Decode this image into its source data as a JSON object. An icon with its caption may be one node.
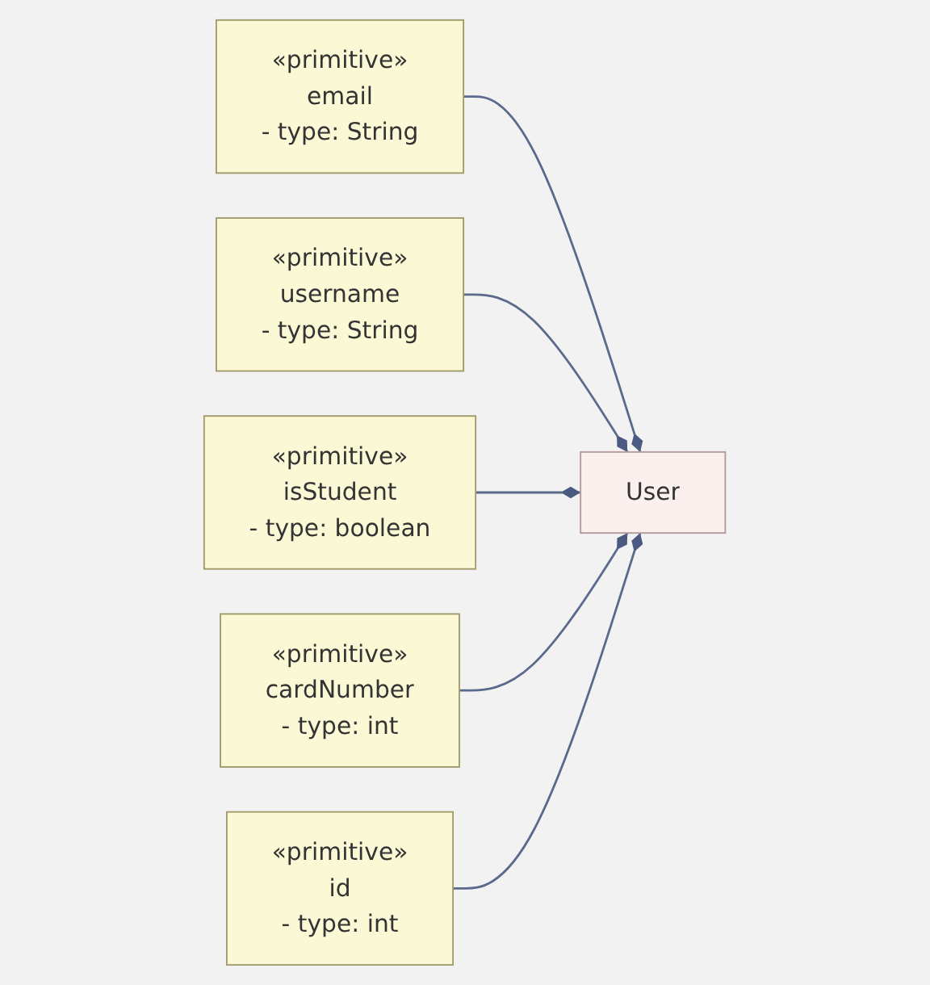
{
  "diagram": {
    "nodes": [
      {
        "text": [
          "«primitive»",
          "email",
          "- type: String"
        ]
      },
      {
        "text": [
          "«primitive»",
          "username",
          "- type: String"
        ]
      },
      {
        "text": [
          "«primitive»",
          "isStudent",
          "- type: boolean"
        ]
      },
      {
        "text": [
          "User"
        ]
      },
      {
        "text": [
          "«primitive»",
          "cardNumber",
          "- type: int"
        ]
      },
      {
        "text": [
          "«primitive»",
          "id",
          "- type: int"
        ]
      }
    ],
    "edges": [
      {
        "from": 0,
        "to": 3,
        "arrow": "other"
      },
      {
        "from": 1,
        "to": 3,
        "arrow": "other"
      },
      {
        "from": 2,
        "to": 3,
        "arrow": "other"
      },
      {
        "from": 4,
        "to": 3,
        "arrow": "other"
      },
      {
        "from": 5,
        "to": 3,
        "arrow": "other"
      }
    ]
  }
}
